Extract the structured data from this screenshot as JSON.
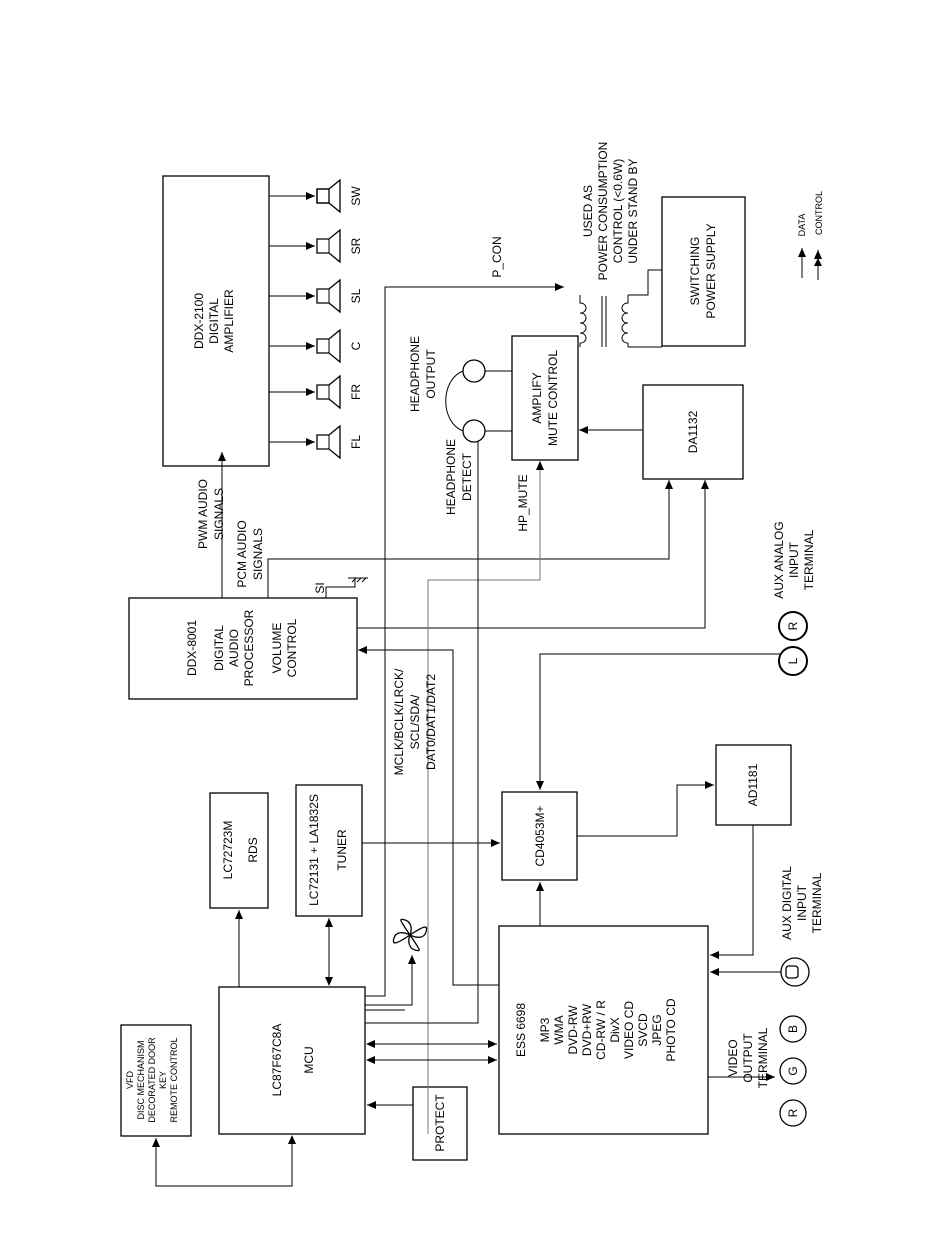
{
  "blocks": {
    "ddx2100": [
      "DDX-2100",
      "DIGITAL",
      "AMPLIFIER"
    ],
    "ddx8001": [
      "DDX-8001",
      "DIGITAL",
      "AUDIO",
      "PROCESSOR",
      "VOLUME",
      "CONTROL"
    ],
    "lc72723m": [
      "LC72723M",
      "RDS"
    ],
    "tuner": [
      "LC72131 + LA1832S",
      "TUNER"
    ],
    "mcu": [
      "LC87F67C8A",
      "MCU"
    ],
    "vfd": [
      "VFD",
      "DISC MECHANISM",
      "DECORATED DOOR",
      "KEY",
      "REMOTE CONTROL"
    ],
    "protect": "PROTECT",
    "ess": [
      "ESS 6698",
      "MP3",
      "WMA",
      "DVD-RW",
      "DVD+RW",
      "CD-RW / R",
      "DivX",
      "VIDEO CD",
      "SVCD",
      "JPEG",
      "PHOTO CD"
    ],
    "cd4053m": "CD4053M+",
    "ad1181": "AD1181",
    "da1132": "DA1132",
    "amplify": [
      "AMPLIFY",
      "MUTE CONTROL"
    ],
    "psu": [
      "SWITCHING",
      "POWER SUPPLY"
    ]
  },
  "speakers": [
    "SW",
    "SR",
    "SL",
    "C",
    "FR",
    "FL"
  ],
  "labels": {
    "pwm": [
      "PWM AUDIO",
      "SIGNALS"
    ],
    "pcm": [
      "PCM AUDIO",
      "SIGNALS"
    ],
    "si": "SI",
    "hp_mute": "HP_MUTE",
    "p_con": "P_CON",
    "headphone_output": [
      "HEADPHONE",
      "OUTPUT"
    ],
    "headphone_detect": [
      "HEADPHONE",
      "DETECT"
    ],
    "bus": [
      "MCLK/BCLK/LRCK/",
      "SCL/SDA/",
      "DAT0/DAT1/DAT2"
    ],
    "aux_r": "R",
    "aux_l": "L",
    "aux_analog": [
      "AUX ANALOG",
      "INPUT",
      "TERMINAL"
    ],
    "aux_digital": [
      "AUX DIGITAL",
      "INPUT",
      "TERMINAL"
    ],
    "video_b": "B",
    "video_g": "G",
    "video_r": "R",
    "video_output": [
      "VIDEO",
      "OUTPUT",
      "TERMINAL"
    ],
    "used_as": [
      "USED AS",
      "POWER CONSUMPTION",
      "CONTROL (<0.6W)",
      "UNDER STAND BY"
    ]
  },
  "legend": {
    "data": "DATA",
    "control": "CONTROL"
  }
}
